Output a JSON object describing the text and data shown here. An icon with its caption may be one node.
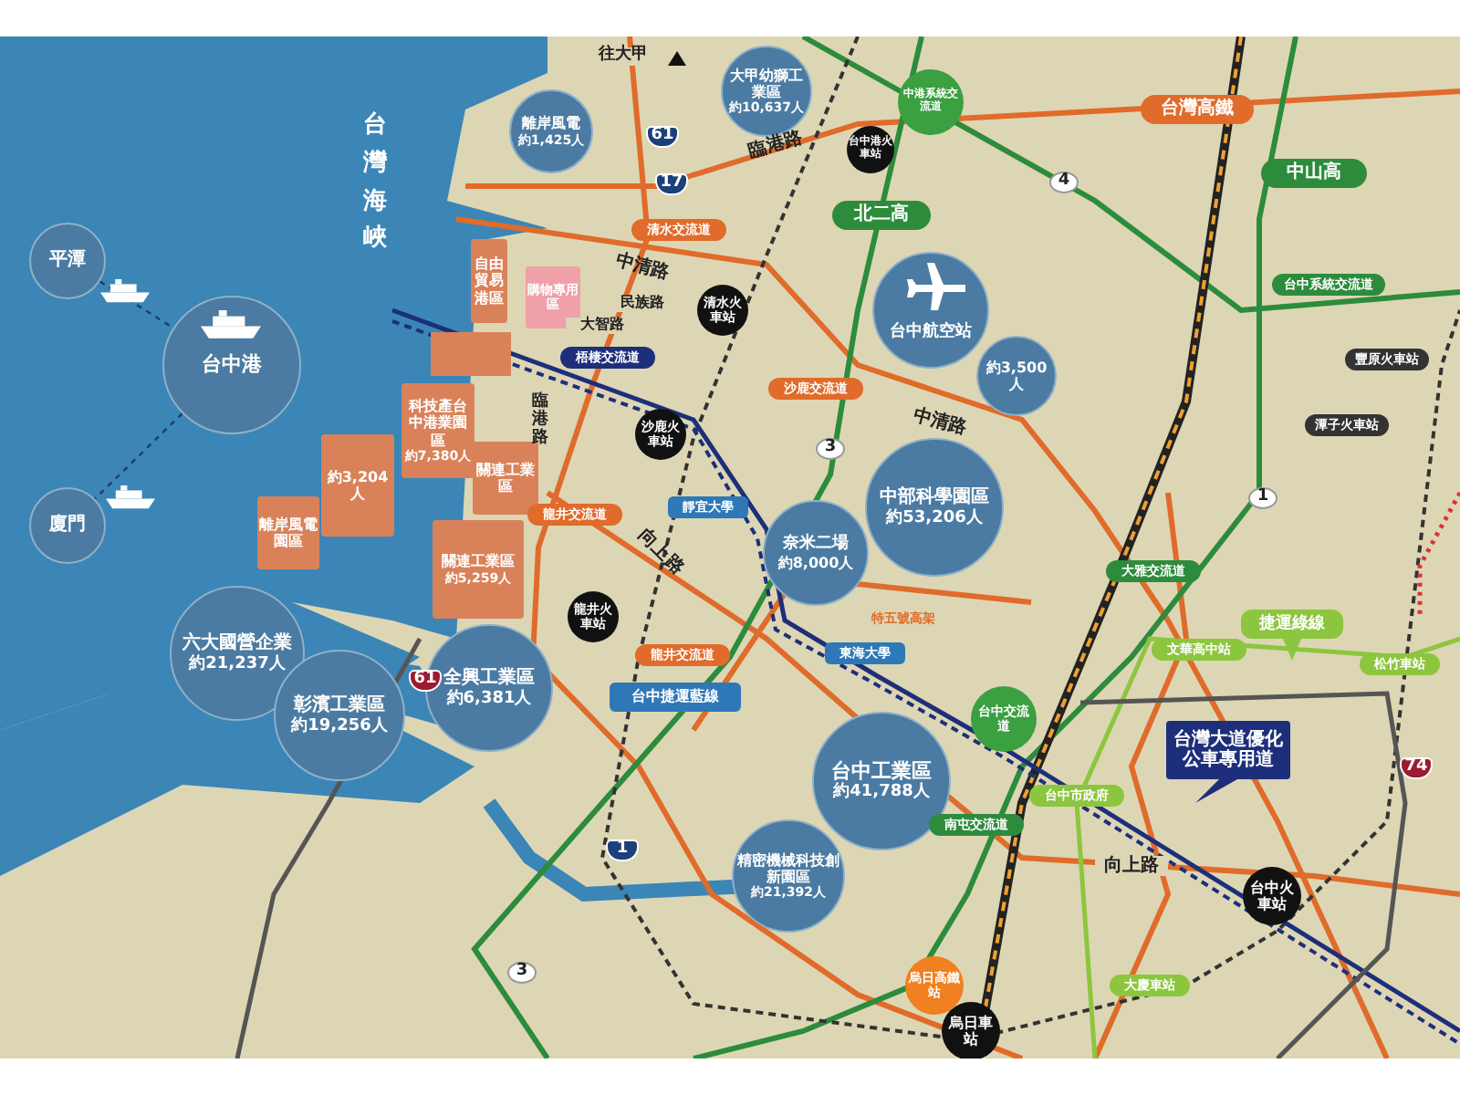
{
  "diagram": {
    "nodes": [
      {
        "text": [
          "離岸風電",
          "約1,425人"
        ]
      },
      {
        "text": [
          "大甲幼獅工業區",
          "約10,637人"
        ]
      },
      {
        "text": [
          "平潭"
        ]
      },
      {
        "text": [
          "台中港"
        ]
      },
      {
        "text": [
          "廈門"
        ]
      },
      {
        "text": [
          "自由貿易港區"
        ]
      },
      {
        "text": [],
        "shape": "box"
      },
      {
        "text": [
          "科技產台中港業園區",
          "約7,380人"
        ]
      },
      {
        "text": [
          "約3,204人"
        ]
      },
      {
        "text": [
          "離岸風電園區"
        ]
      },
      {
        "text": [
          "關連工業區"
        ]
      },
      {
        "text": [
          "關連工業區",
          "約5,259人"
        ]
      },
      {
        "text": [
          "購物專用區"
        ]
      },
      {
        "text": [
          "六大國營企業",
          "約21,237人"
        ]
      },
      {
        "text": [
          "彰濱工業區",
          "約19,256人"
        ]
      },
      {
        "text": [
          "全興工業區",
          "約6,381人"
        ]
      },
      {
        "text": [
          "台中航空站"
        ]
      },
      {
        "text": [
          "約3,500人"
        ]
      },
      {
        "text": [
          "中部科學園區",
          "約53,206人"
        ]
      },
      {
        "text": [
          "奈米二場",
          "約8,000人"
        ]
      },
      {
        "text": [
          "台中工業區",
          "約41,788人"
        ]
      },
      {
        "text": [
          "精密機械科技創新園區",
          "約21,392人"
        ]
      },
      {
        "text": [
          "台中港火車站"
        ]
      },
      {
        "text": [
          "清水火車站"
        ]
      },
      {
        "text": [
          "沙鹿火車站"
        ]
      },
      {
        "text": [
          "龍井火車站"
        ]
      },
      {
        "text": [
          "台中火車站"
        ]
      },
      {
        "text": [
          "烏日車站"
        ]
      },
      {
        "text": [
          "烏日高鐵站"
        ]
      },
      {
        "text": [
          "中港系統交流道"
        ]
      },
      {
        "text": [
          "台中交流道"
        ]
      },
      {
        "text": [
          "清水交流道"
        ]
      },
      {
        "text": [
          "梧棲交流道"
        ]
      },
      {
        "text": [
          "沙鹿交流道"
        ]
      },
      {
        "text": [
          "龍井交流道"
        ]
      },
      {
        "text": [
          "龍井交流道"
        ]
      },
      {
        "text": [
          "靜宜大學"
        ]
      },
      {
        "text": [
          "東海大學"
        ]
      },
      {
        "text": [
          "台中捷運藍線"
        ]
      },
      {
        "text": [
          "台中系統交流道"
        ]
      },
      {
        "text": [
          "豐原火車站"
        ]
      },
      {
        "text": [
          "潭子火車站"
        ]
      },
      {
        "text": [
          "台灣高鐵"
        ]
      },
      {
        "text": [
          "北二高"
        ]
      },
      {
        "text": [
          "中山高"
        ]
      },
      {
        "text": [
          "大雅交流道"
        ]
      },
      {
        "text": [
          "捷運綠線"
        ]
      },
      {
        "text": [
          "文華高中站"
        ]
      },
      {
        "text": [
          "松竹車站"
        ]
      },
      {
        "text": [
          "台中市政府"
        ]
      },
      {
        "text": [
          "大慶車站"
        ]
      },
      {
        "text": [
          "南屯交流道"
        ]
      },
      {
        "text": [
          "台灣大道優化公車專用道"
        ]
      }
    ],
    "edges": [
      {
        "from": 2,
        "to": 3,
        "arrow": "none",
        "style": "dashed"
      },
      {
        "from": 3,
        "to": 4,
        "arrow": "none",
        "style": "dashed"
      }
    ],
    "labels": [
      "往大甲",
      "台灣海峽",
      "61",
      "17",
      "臨港路",
      "中清路",
      "民族路",
      "大智路",
      "臨港路",
      "4",
      "3",
      "中清路",
      "1",
      "向上路",
      "特五號高架",
      "61",
      "1",
      "74",
      "向上路",
      "3"
    ]
  }
}
